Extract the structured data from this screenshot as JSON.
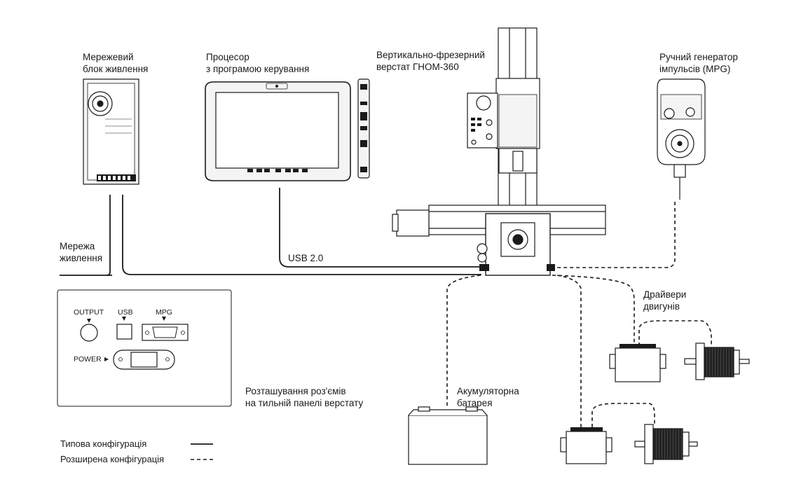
{
  "labels": {
    "psu": [
      "Мережевий",
      "блок живлення"
    ],
    "processor": [
      "Процесор",
      "з програмою керування"
    ],
    "machine": [
      "Вертикально-фрезерний",
      "верстат ГНОМ-360"
    ],
    "mpg": [
      "Ручний генератор",
      "імпульсів (MPG)"
    ],
    "mains": [
      "Мережа",
      "живлення"
    ],
    "usb_line": "USB 2.0",
    "drivers": [
      "Драйвери",
      "двигунів"
    ],
    "battery": [
      "Акумуляторна",
      "батарея"
    ],
    "connector_layout": [
      "Розташування роз'ємів",
      "на тильній панелі верстату"
    ]
  },
  "rear_panel": {
    "output": "OUTPUT",
    "usb": "USB",
    "mpg": "MPG",
    "power": "POWER"
  },
  "legend": {
    "typical": "Типова конфігурація",
    "extended": "Розширена конфігурація"
  },
  "colors": {
    "line": "#1a1a1a",
    "device_fill": "#f4f4f4",
    "device_dark": "#2a2a2a"
  }
}
